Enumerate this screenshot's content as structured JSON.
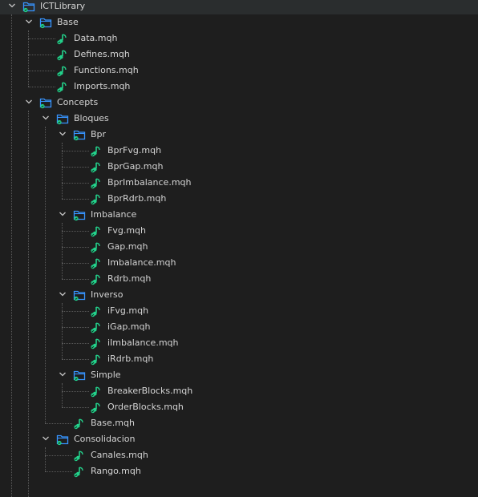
{
  "tree": [
    {
      "label": "ICTLibrary",
      "type": "folder",
      "depth": 0,
      "expanded": true
    },
    {
      "label": "Base",
      "type": "folder",
      "depth": 1,
      "expanded": true
    },
    {
      "label": "Data.mqh",
      "type": "file",
      "depth": 2
    },
    {
      "label": "Defines.mqh",
      "type": "file",
      "depth": 2
    },
    {
      "label": "Functions.mqh",
      "type": "file",
      "depth": 2
    },
    {
      "label": "Imports.mqh",
      "type": "file",
      "depth": 2
    },
    {
      "label": "Concepts",
      "type": "folder",
      "depth": 1,
      "expanded": true
    },
    {
      "label": "Bloques",
      "type": "folder",
      "depth": 2,
      "expanded": true
    },
    {
      "label": "Bpr",
      "type": "folder",
      "depth": 3,
      "expanded": true
    },
    {
      "label": "BprFvg.mqh",
      "type": "file",
      "depth": 4
    },
    {
      "label": "BprGap.mqh",
      "type": "file",
      "depth": 4
    },
    {
      "label": "BprImbalance.mqh",
      "type": "file",
      "depth": 4
    },
    {
      "label": "BprRdrb.mqh",
      "type": "file",
      "depth": 4
    },
    {
      "label": "Imbalance",
      "type": "folder",
      "depth": 3,
      "expanded": true
    },
    {
      "label": "Fvg.mqh",
      "type": "file",
      "depth": 4
    },
    {
      "label": "Gap.mqh",
      "type": "file",
      "depth": 4
    },
    {
      "label": "Imbalance.mqh",
      "type": "file",
      "depth": 4
    },
    {
      "label": "Rdrb.mqh",
      "type": "file",
      "depth": 4
    },
    {
      "label": "Inverso",
      "type": "folder",
      "depth": 3,
      "expanded": true
    },
    {
      "label": "iFvg.mqh",
      "type": "file",
      "depth": 4
    },
    {
      "label": "iGap.mqh",
      "type": "file",
      "depth": 4
    },
    {
      "label": "iImbalance.mqh",
      "type": "file",
      "depth": 4
    },
    {
      "label": "iRdrb.mqh",
      "type": "file",
      "depth": 4
    },
    {
      "label": "Simple",
      "type": "folder",
      "depth": 3,
      "expanded": true
    },
    {
      "label": "BreakerBlocks.mqh",
      "type": "file",
      "depth": 4
    },
    {
      "label": "OrderBlocks.mqh",
      "type": "file",
      "depth": 4
    },
    {
      "label": "Base.mqh",
      "type": "file",
      "depth": 3
    },
    {
      "label": "Consolidacion",
      "type": "folder",
      "depth": 2,
      "expanded": true
    },
    {
      "label": "Canales.mqh",
      "type": "file",
      "depth": 3
    },
    {
      "label": "Rango.mqh",
      "type": "file",
      "depth": 3
    }
  ],
  "icons": {
    "chevron": "chevron-down-icon",
    "folder": "folder-icon",
    "file": "mqh-file-icon"
  },
  "colors": {
    "background": "#1e1e1e",
    "text": "#d4d4d4",
    "folder_blue": "#3794ff",
    "file_green": "#23d18b",
    "guide": "#5a5a5a"
  }
}
